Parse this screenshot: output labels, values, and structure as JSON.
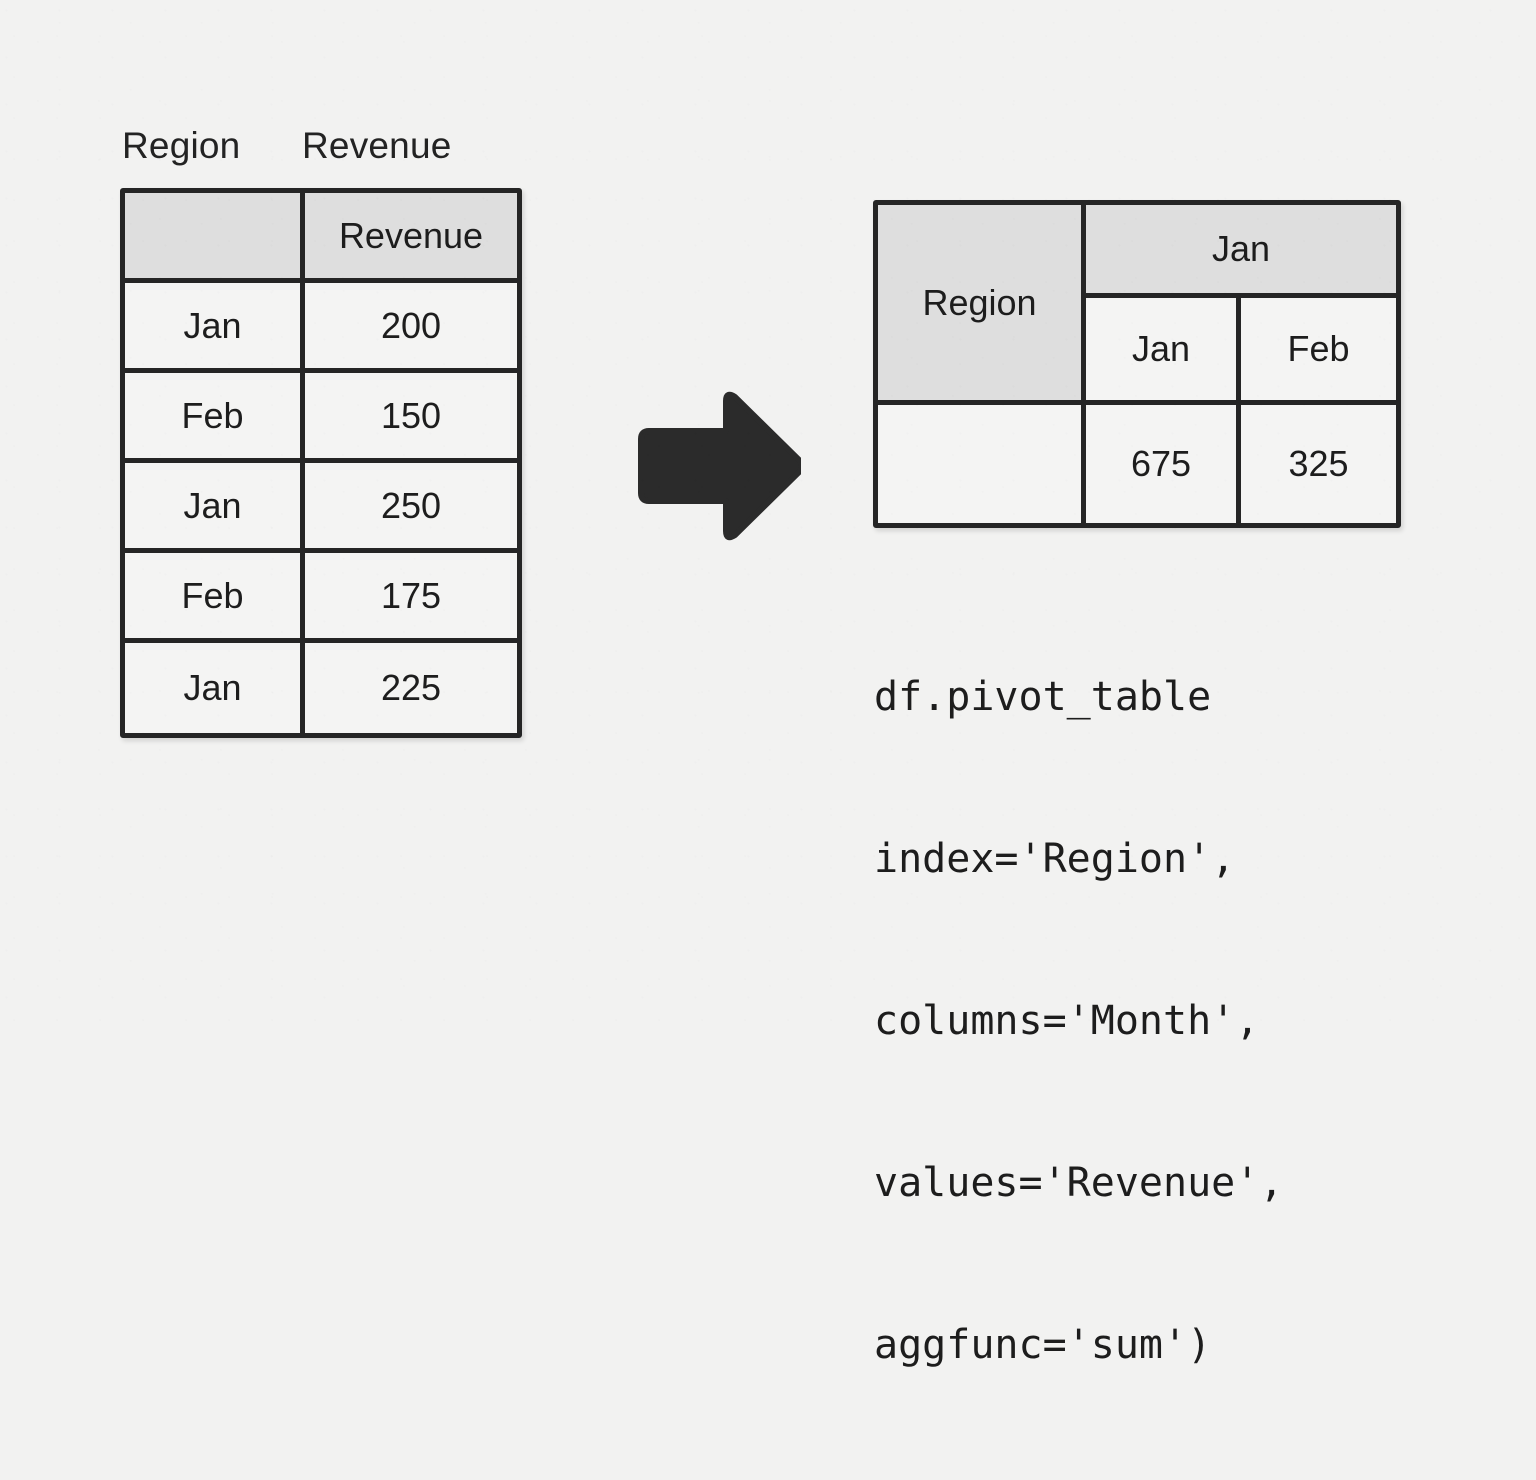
{
  "canvas": {
    "background_color": "#f2f2f1",
    "ink_color": "#252525",
    "shaded_cell_color": "#dedede",
    "cell_color": "#f4f4f3"
  },
  "source": {
    "column_labels": [
      "Region",
      "Revenue"
    ],
    "table": {
      "header": [
        "",
        "Revenue"
      ],
      "rows": [
        [
          "Jan",
          "200"
        ],
        [
          "Feb",
          "150"
        ],
        [
          "Jan",
          "250"
        ],
        [
          "Feb",
          "175"
        ],
        [
          "Jan",
          "225"
        ]
      ]
    }
  },
  "arrow": {
    "icon": "arrow-right-icon",
    "direction": "right",
    "color": "#2b2b2b"
  },
  "result": {
    "table": {
      "index_label": "Region",
      "top_header": "Jan",
      "sub_headers": [
        "Jan",
        "Feb"
      ],
      "rows": [
        [
          "",
          "675",
          "325"
        ]
      ]
    }
  },
  "code": {
    "lines": [
      "df.pivot_table",
      "index='Region',",
      "columns='Month',",
      "values='Revenue',",
      "aggfunc='sum')"
    ]
  },
  "chart_data": {
    "type": "table",
    "title": "df.pivot_table",
    "source_table": {
      "columns": [
        "Region",
        "Revenue"
      ],
      "header_row": [
        "",
        "Revenue"
      ],
      "rows": [
        {
          "Region": "Jan",
          "Revenue": 200
        },
        {
          "Region": "Feb",
          "Revenue": 150
        },
        {
          "Region": "Jan",
          "Revenue": 250
        },
        {
          "Region": "Feb",
          "Revenue": 175
        },
        {
          "Region": "Jan",
          "Revenue": 225
        }
      ]
    },
    "result_table": {
      "index_label": "Region",
      "column_group": "Jan",
      "columns": [
        "Jan",
        "Feb"
      ],
      "values": [
        675,
        325
      ]
    },
    "annotations": [
      "df.pivot_table",
      "index='Region',",
      "columns='Month',",
      "values='Revenue',",
      "aggfunc='sum')"
    ]
  }
}
